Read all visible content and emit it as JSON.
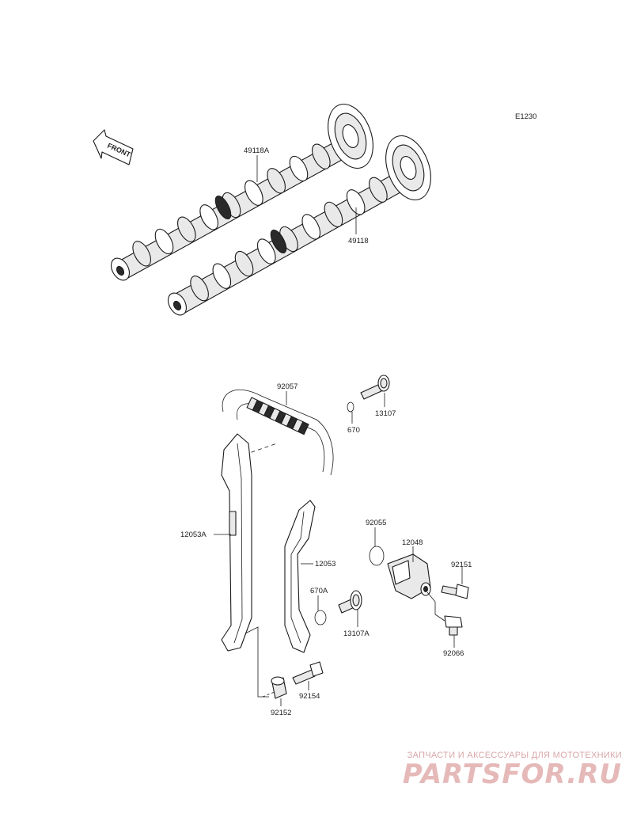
{
  "diagram": {
    "code": "E1230",
    "front_label": "FRONT",
    "parts": {
      "camshaft_exhaust": "49118A",
      "camshaft_intake": "49118",
      "chain": "92057",
      "oring_small": "670",
      "bolt_13107": "13107",
      "guide_long": "12053A",
      "guide_short": "12053",
      "oring_92055": "92055",
      "tensioner": "12048",
      "bolt_92151": "92151",
      "oring_670a": "670A",
      "bolt_13107a": "13107A",
      "bolt_92066": "92066",
      "bolt_92154": "92154",
      "collar_92152": "92152"
    }
  },
  "watermark": {
    "line1": "ЗАПЧАСТИ И АКСЕССУАРЫ ДЛЯ МОТОТЕХНИКИ",
    "brand": "PARTSFOR.RU"
  }
}
